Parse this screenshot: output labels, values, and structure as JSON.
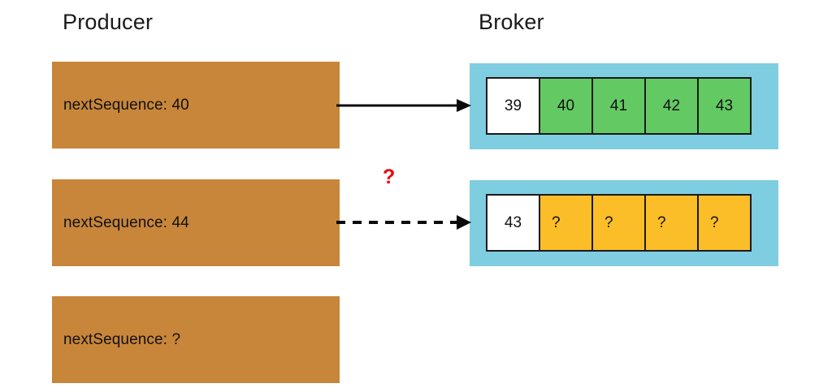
{
  "diagram": {
    "title_producer": "Producer",
    "title_broker": "Broker",
    "colors": {
      "producer_fill": "#C8863A",
      "broker_panel_fill": "#7FCDE0",
      "acknowledged_cell_fill": "#63C963",
      "unknown_cell_fill": "#FBBE28",
      "committed_cell_fill": "#FFFFFF",
      "uncertainty_marker": "#F20000",
      "stroke": "#1A1A1A"
    }
  },
  "producers": [
    {
      "label": "nextSequence: 40"
    },
    {
      "label": "nextSequence: 44"
    },
    {
      "label": "nextSequence: ?"
    }
  ],
  "brokers": [
    {
      "cells": [
        {
          "value": "39",
          "state": "committed"
        },
        {
          "value": "40",
          "state": "acknowledged"
        },
        {
          "value": "41",
          "state": "acknowledged"
        },
        {
          "value": "42",
          "state": "acknowledged"
        },
        {
          "value": "43",
          "state": "acknowledged"
        }
      ]
    },
    {
      "cells": [
        {
          "value": "43",
          "state": "committed"
        },
        {
          "value": "?",
          "state": "unknown"
        },
        {
          "value": "?",
          "state": "unknown"
        },
        {
          "value": "?",
          "state": "unknown"
        },
        {
          "value": "?",
          "state": "unknown"
        }
      ]
    }
  ],
  "arrows": [
    {
      "style": "solid",
      "direction": "right"
    },
    {
      "style": "dashed",
      "direction": "right"
    }
  ],
  "annotations": {
    "uncertainty_marker": "?"
  }
}
